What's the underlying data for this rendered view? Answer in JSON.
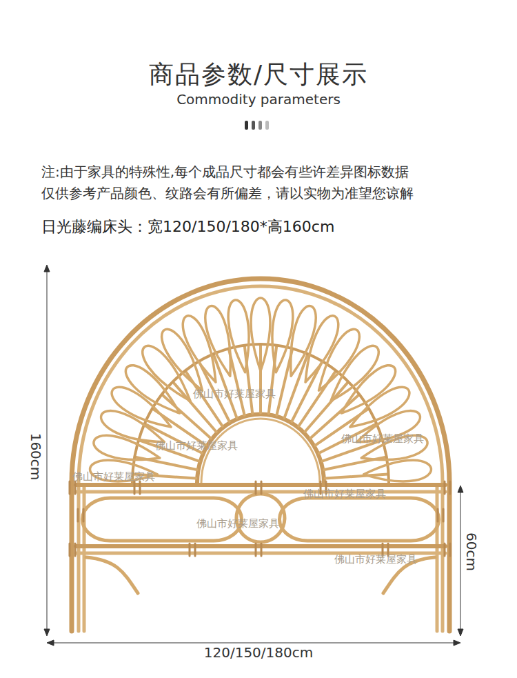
{
  "diagram": {
    "title": "商品参数/尺寸展示",
    "labels": [
      "Commodity parameters",
      "注:由于家具的特殊性,每个成品尺寸都会有些许差异图标数据 仅供参考产品颜色、纹路会有所偏差，请以实物为准望您谅解",
      "日光藤编床头：宽120/150/180*高160cm",
      "佛山市好莱屋家具",
      "佛山市好莱屋家具",
      "佛山市好莱屋家具",
      "佛山市好莱屋家具",
      "佛山市好莱屋家具",
      "佛山市好莱屋家具",
      "佛山市好莱屋家具",
      "160cm",
      "60cm",
      "120/150/180cm"
    ]
  }
}
